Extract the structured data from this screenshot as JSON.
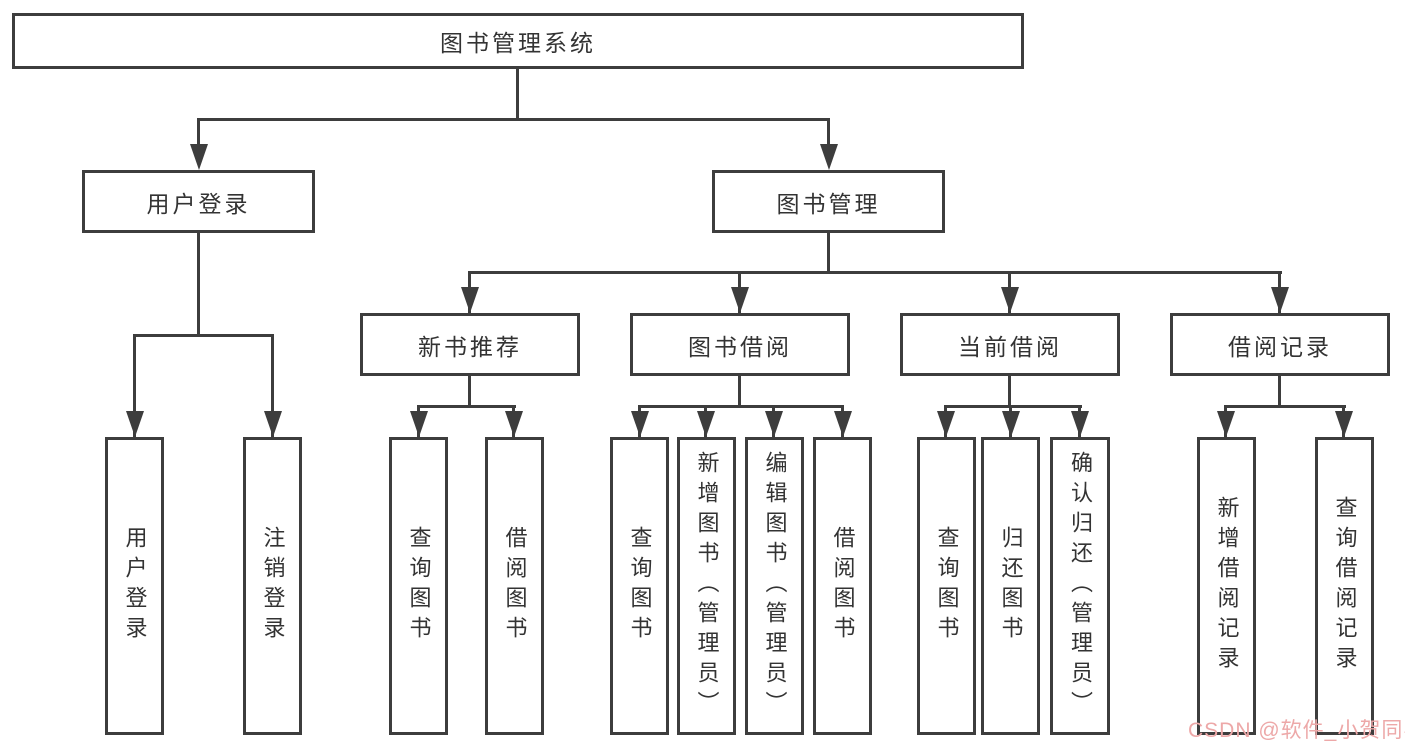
{
  "tree": {
    "root": "图书管理系统",
    "branches": [
      {
        "label": "用户登录",
        "leaves": [
          "用户登录",
          "注销登录"
        ]
      },
      {
        "label": "图书管理",
        "groups": [
          {
            "label": "新书推荐",
            "leaves": [
              "查询图书",
              "借阅图书"
            ]
          },
          {
            "label": "图书借阅",
            "leaves": [
              "查询图书",
              "新增图书（管理员）",
              "编辑图书（管理员）",
              "借阅图书"
            ]
          },
          {
            "label": "当前借阅",
            "leaves": [
              "查询图书",
              "归还图书",
              "确认归还（管理员）"
            ]
          },
          {
            "label": "借阅记录",
            "leaves": [
              "新增借阅记录",
              "查询借阅记录"
            ]
          }
        ]
      }
    ]
  },
  "watermark": "CSDN @软件_小贺同学",
  "colors": {
    "line": "#3d3d3d",
    "text": "#333333",
    "watermark": "#eda8a8"
  }
}
